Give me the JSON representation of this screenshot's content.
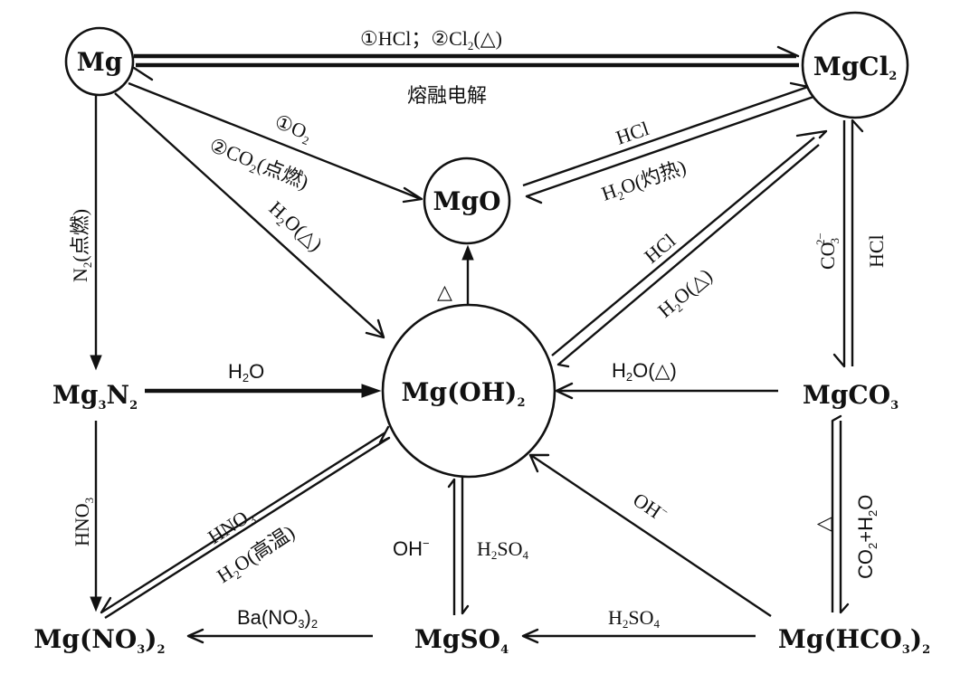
{
  "diagram": {
    "title": "",
    "nodes": {
      "mg": {
        "label": "Mg"
      },
      "mgcl2": {
        "label": "MgCl",
        "sub": "2"
      },
      "mgo": {
        "label": "MgO"
      },
      "mgoh2": {
        "label": "Mg(OH)",
        "sub": "2"
      },
      "mg3n2": {
        "label_a": "Mg",
        "sub_a": "3",
        "label_b": "N",
        "sub_b": "2"
      },
      "mgco3": {
        "label": "MgCO",
        "sub": "3"
      },
      "mgno32": {
        "label": "Mg(NO",
        "sub": "3",
        "label_b": ")",
        "sub_b": "2"
      },
      "mgso4": {
        "label": "MgSO",
        "sub": "4"
      },
      "mghco32": {
        "label": "Mg(HCO",
        "sub": "3",
        "label_b": ")",
        "sub_b": "2"
      }
    },
    "edges": {
      "mg_to_mgcl2": {
        "label_a": "①HCl；②Cl",
        "sub": "2",
        "label_b": "(△)"
      },
      "mgcl2_to_mg": {
        "label": "熔融电解"
      },
      "mg_to_mgo_top": {
        "label": "①O",
        "sub": "2"
      },
      "mg_to_mgo_bottom": {
        "label_a": "②CO",
        "sub": "2",
        "label_b": "(点燃)"
      },
      "mg_to_mgoh2": {
        "label_a": "H",
        "sub": "2",
        "label_b": "O(△)"
      },
      "mg_to_mg3n2": {
        "label_a": "N",
        "sub": "2",
        "label_b": "(点燃)"
      },
      "mgo_to_mgcl2": {
        "label": "HCl"
      },
      "mgcl2_to_mgo": {
        "label_a": "H",
        "sub": "2",
        "label_b": "O(灼热)"
      },
      "mgoh2_to_mgo": {
        "label": "△"
      },
      "mgoh2_to_mgcl2": {
        "label": "HCl"
      },
      "mgcl2_to_mgoh2": {
        "label_a": "H",
        "sub": "2",
        "label_b": "O(△)"
      },
      "mgcl2_to_mgco3": {
        "label": "CO",
        "sub": "3",
        "sup": "2−"
      },
      "mgco3_to_mgcl2": {
        "label": "HCl"
      },
      "mg3n2_to_mgoh2": {
        "label_a": "H",
        "sub": "2",
        "label_b": "O"
      },
      "mgco3_to_mgoh2": {
        "label_a": "H",
        "sub": "2",
        "label_b": "O(△)"
      },
      "mg3n2_to_mgno32": {
        "label": "HNO",
        "sub": "3"
      },
      "mgoh2_to_mgno32": {
        "label": "HNO",
        "sub": "3"
      },
      "mgno32_to_mgoh2": {
        "label_a": "H",
        "sub": "2",
        "label_b": "O(高温)"
      },
      "mgso4_to_mgoh2": {
        "label": "OH",
        "sup": "−"
      },
      "mgoh2_to_mgso4": {
        "label_a": "H",
        "sub": "2",
        "label_b": "SO",
        "sub_b": "4"
      },
      "mghco32_to_mgoh2": {
        "label": "OH",
        "sup": "−"
      },
      "mghco32_to_mgco3": {
        "label": "△"
      },
      "mgco3_to_mghco32": {
        "label_a": "CO",
        "sub": "2",
        "label_b": "+H",
        "sub_b": "2",
        "label_c": "O"
      },
      "mgso4_to_mgno32": {
        "label_a": "Ba(NO",
        "sub": "3",
        "label_b": ")",
        "sub_b": "2"
      },
      "mghco32_to_mgso4": {
        "label_a": "H",
        "sub": "2",
        "label_b": "SO",
        "sub_b": "4"
      }
    }
  }
}
